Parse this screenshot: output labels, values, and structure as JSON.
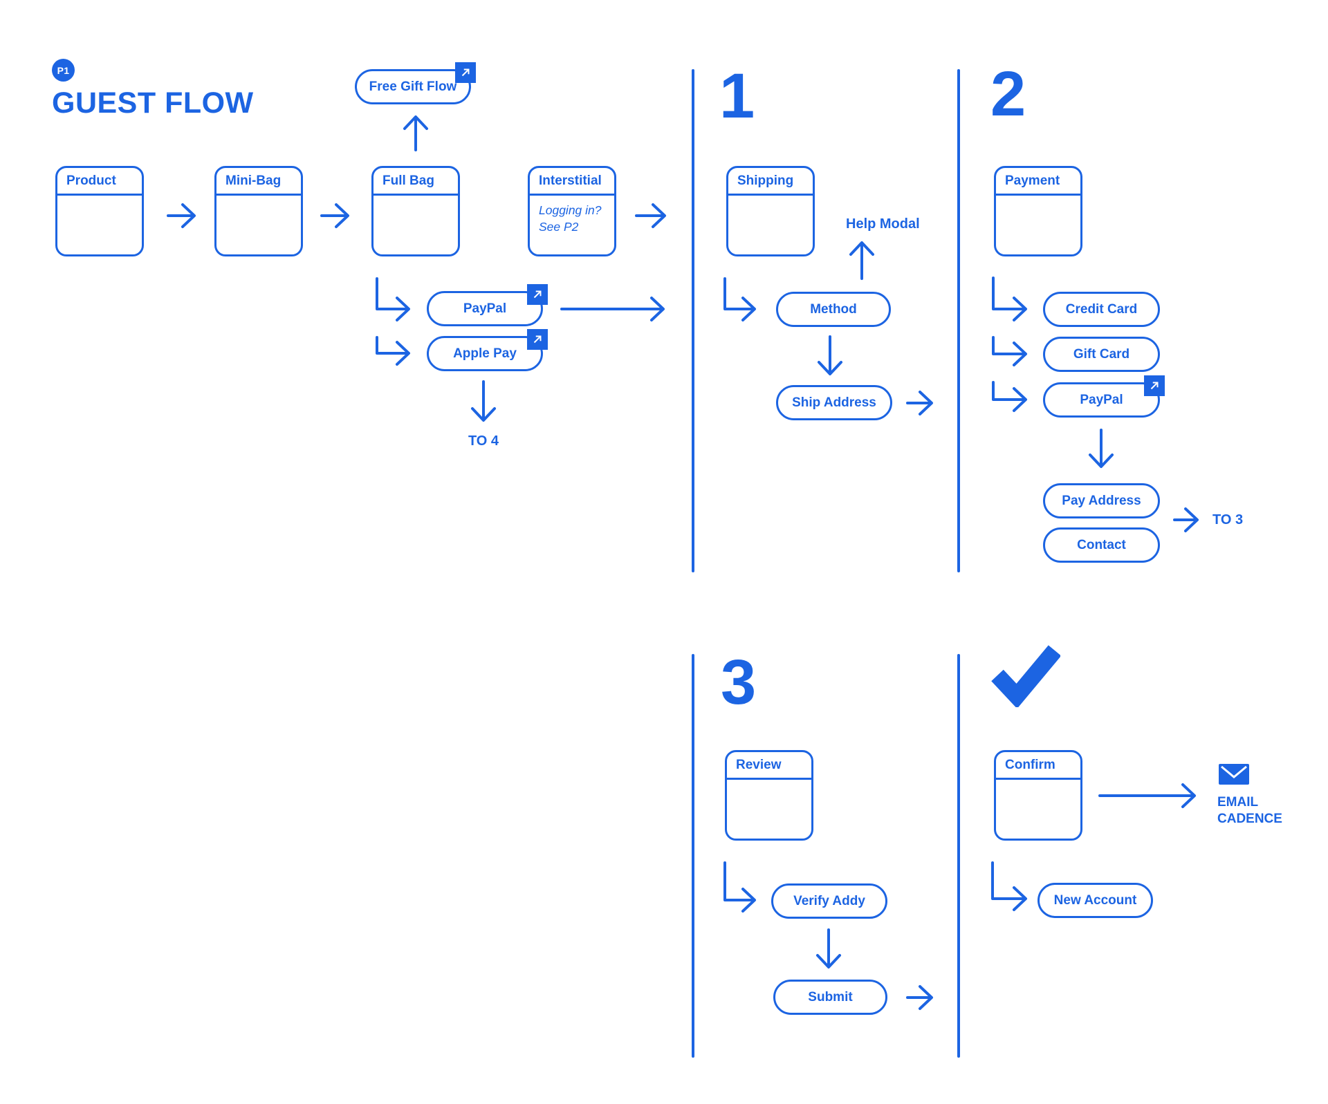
{
  "page": {
    "badge": "P1",
    "title": "GUEST FLOW"
  },
  "colors": {
    "accent": "#1C64E2",
    "background": "#FFFFFF",
    "icon_foreground": "#FFFFFF"
  },
  "sections": [
    {
      "number": "1"
    },
    {
      "number": "2"
    },
    {
      "number": "3"
    },
    {
      "icon": "checkmark-icon"
    }
  ],
  "boxes": [
    {
      "label": "Product"
    },
    {
      "label": "Mini-Bag"
    },
    {
      "label": "Full Bag"
    },
    {
      "label": "Interstitial",
      "body": "Logging in?\nSee P2"
    },
    {
      "label": "Shipping"
    },
    {
      "label": "Payment"
    },
    {
      "label": "Review"
    },
    {
      "label": "Confirm"
    }
  ],
  "pills": [
    {
      "label": "Free Gift Flow",
      "external": true
    },
    {
      "label": "PayPal",
      "external": true
    },
    {
      "label": "Apple Pay",
      "external": true
    },
    {
      "label": "Method",
      "external": false
    },
    {
      "label": "Ship Address",
      "external": false
    },
    {
      "label": "Credit Card",
      "external": false
    },
    {
      "label": "Gift Card",
      "external": false
    },
    {
      "label": "PayPal",
      "external": true
    },
    {
      "label": "Pay Address",
      "external": false
    },
    {
      "label": "Contact",
      "external": false
    },
    {
      "label": "Verify Addy",
      "external": false
    },
    {
      "label": "Submit",
      "external": false
    },
    {
      "label": "New Account",
      "external": false
    }
  ],
  "labels": {
    "help_modal": "Help Modal",
    "to_4": "TO 4",
    "to_3": "TO 3",
    "email_cadence": "EMAIL CADENCE"
  },
  "icons": {
    "external_link": "arrow-up-right",
    "envelope": "email-envelope",
    "checkmark": "check"
  }
}
